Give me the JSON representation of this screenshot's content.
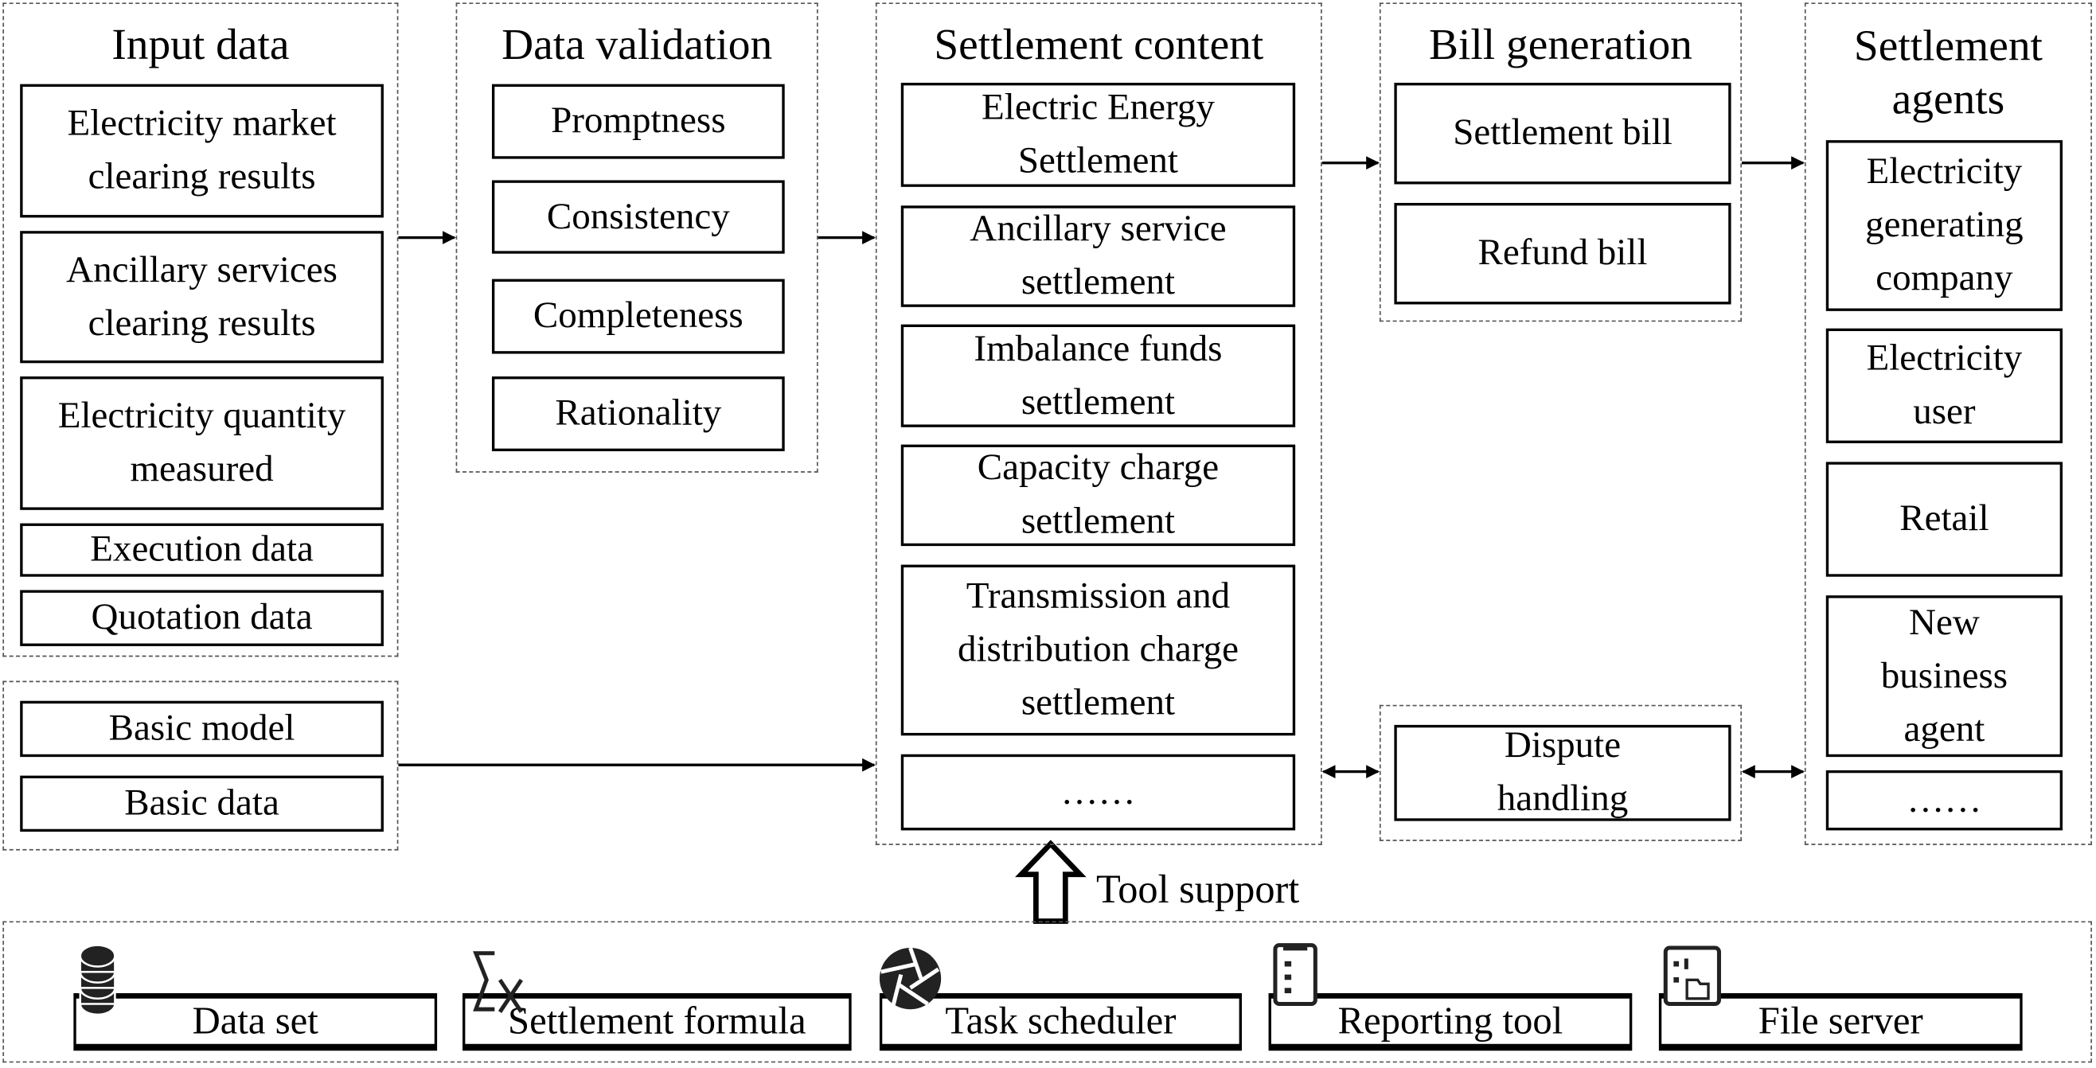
{
  "input_data": {
    "title": "Input data",
    "items": [
      "Electricity market clearing results",
      "Ancillary services clearing results",
      "Electricity quantity measured",
      "Execution data",
      "Quotation data"
    ]
  },
  "basic": {
    "items": [
      "Basic model",
      "Basic data"
    ]
  },
  "data_validation": {
    "title": "Data validation",
    "items": [
      "Promptness",
      "Consistency",
      "Completeness",
      "Rationality"
    ]
  },
  "settlement_content": {
    "title": "Settlement content",
    "items": [
      "Electric Energy Settlement",
      "Ancillary service settlement",
      "Imbalance funds settlement",
      "Capacity charge settlement",
      "Transmission and distribution charge settlement",
      "……"
    ]
  },
  "bill_generation": {
    "title": "Bill generation",
    "items": [
      "Settlement bill",
      "Refund bill"
    ]
  },
  "dispute": {
    "label": "Dispute handling"
  },
  "settlement_agents": {
    "title": "Settlement agents",
    "items": [
      "Electricity generating company",
      "Electricity user",
      "Retail",
      "New business agent",
      "……"
    ]
  },
  "tool_support": {
    "label": "Tool support",
    "tools": [
      {
        "label": "Data set",
        "icon": "database-icon"
      },
      {
        "label": "Settlement formula",
        "icon": "sigma-x-icon"
      },
      {
        "label": "Task scheduler",
        "icon": "aperture-icon"
      },
      {
        "label": "Reporting tool",
        "icon": "report-icon"
      },
      {
        "label": "File server",
        "icon": "file-server-icon"
      }
    ]
  }
}
